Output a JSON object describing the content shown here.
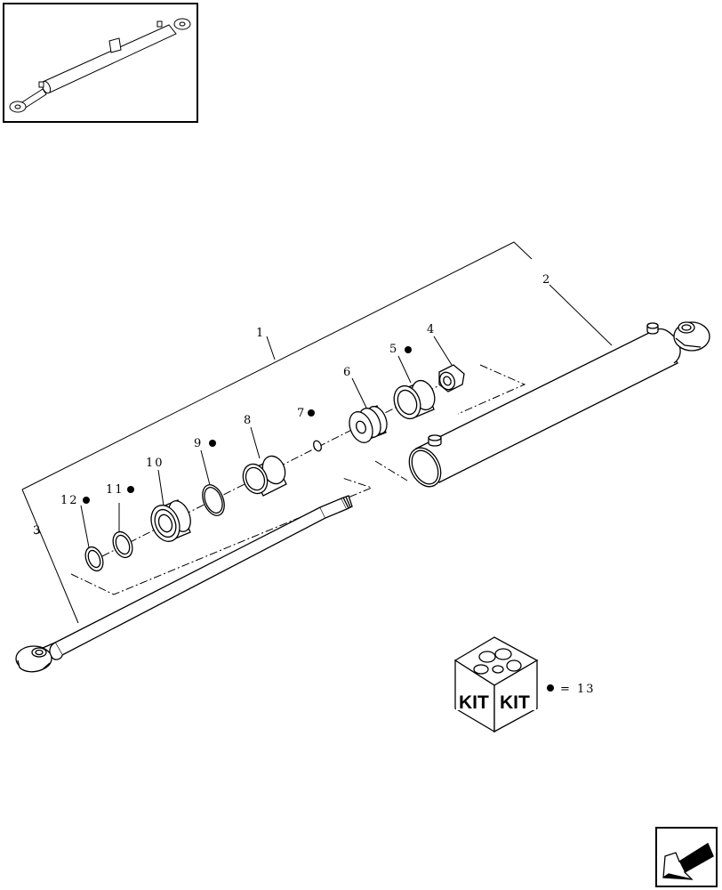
{
  "diagram": {
    "callouts": [
      {
        "id": "c1",
        "text": "1",
        "bullet": false
      },
      {
        "id": "c2",
        "text": "2",
        "bullet": false
      },
      {
        "id": "c3",
        "text": "3",
        "bullet": false
      },
      {
        "id": "c4",
        "text": "4",
        "bullet": false
      },
      {
        "id": "c5",
        "text": "5",
        "bullet": true
      },
      {
        "id": "c6",
        "text": "6",
        "bullet": false
      },
      {
        "id": "c7",
        "text": "7",
        "bullet": true
      },
      {
        "id": "c8",
        "text": "8",
        "bullet": false
      },
      {
        "id": "c9",
        "text": "9",
        "bullet": true
      },
      {
        "id": "c10",
        "text": "10",
        "bullet": false
      },
      {
        "id": "c11",
        "text": "11",
        "bullet": true
      },
      {
        "id": "c12",
        "text": "12",
        "bullet": true
      }
    ],
    "kit": {
      "box_text_left": "KIT",
      "box_text_right": "KIT",
      "legend_text": "= 13"
    }
  }
}
